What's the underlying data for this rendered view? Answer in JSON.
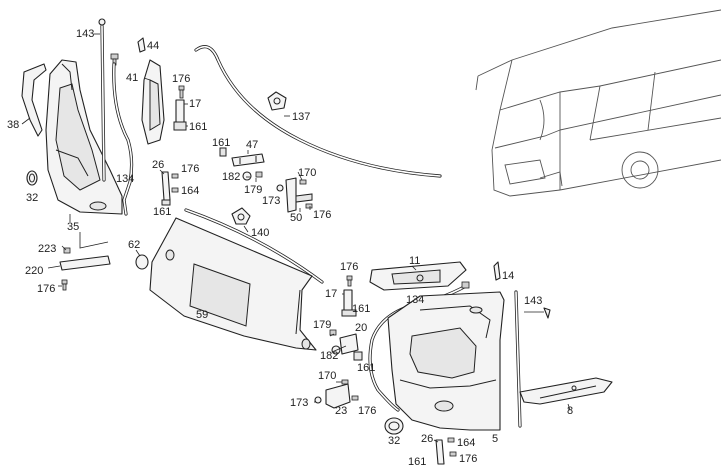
{
  "labels": {
    "l143a": "143",
    "l44": "44",
    "l41": "41",
    "l176a": "176",
    "l17a": "17",
    "l161a": "161",
    "l137": "137",
    "l38": "38",
    "l32a": "32",
    "l134a": "134",
    "l26a": "26",
    "l176b": "176",
    "l164a": "164",
    "l161b": "161",
    "l35": "35",
    "l161c": "161",
    "l47": "47",
    "l182a": "182",
    "l179a": "179",
    "l173a": "173",
    "l170a": "170",
    "l50": "50",
    "l176c": "176",
    "l140": "140",
    "l62": "62",
    "l223": "223",
    "l220": "220",
    "l176d": "176",
    "l59": "59",
    "l11": "11",
    "l14": "14",
    "l176e": "176",
    "l17b": "17",
    "l161d": "161",
    "l134b": "134",
    "l143b": "143",
    "l179b": "179",
    "l20": "20",
    "l182b": "182",
    "l161e": "161",
    "l170b": "170",
    "l173b": "173",
    "l23": "23",
    "l176f": "176",
    "l8": "8",
    "l32b": "32",
    "l26b": "26",
    "l164b": "164",
    "l5": "5",
    "l161f": "161",
    "l176g": "176"
  }
}
